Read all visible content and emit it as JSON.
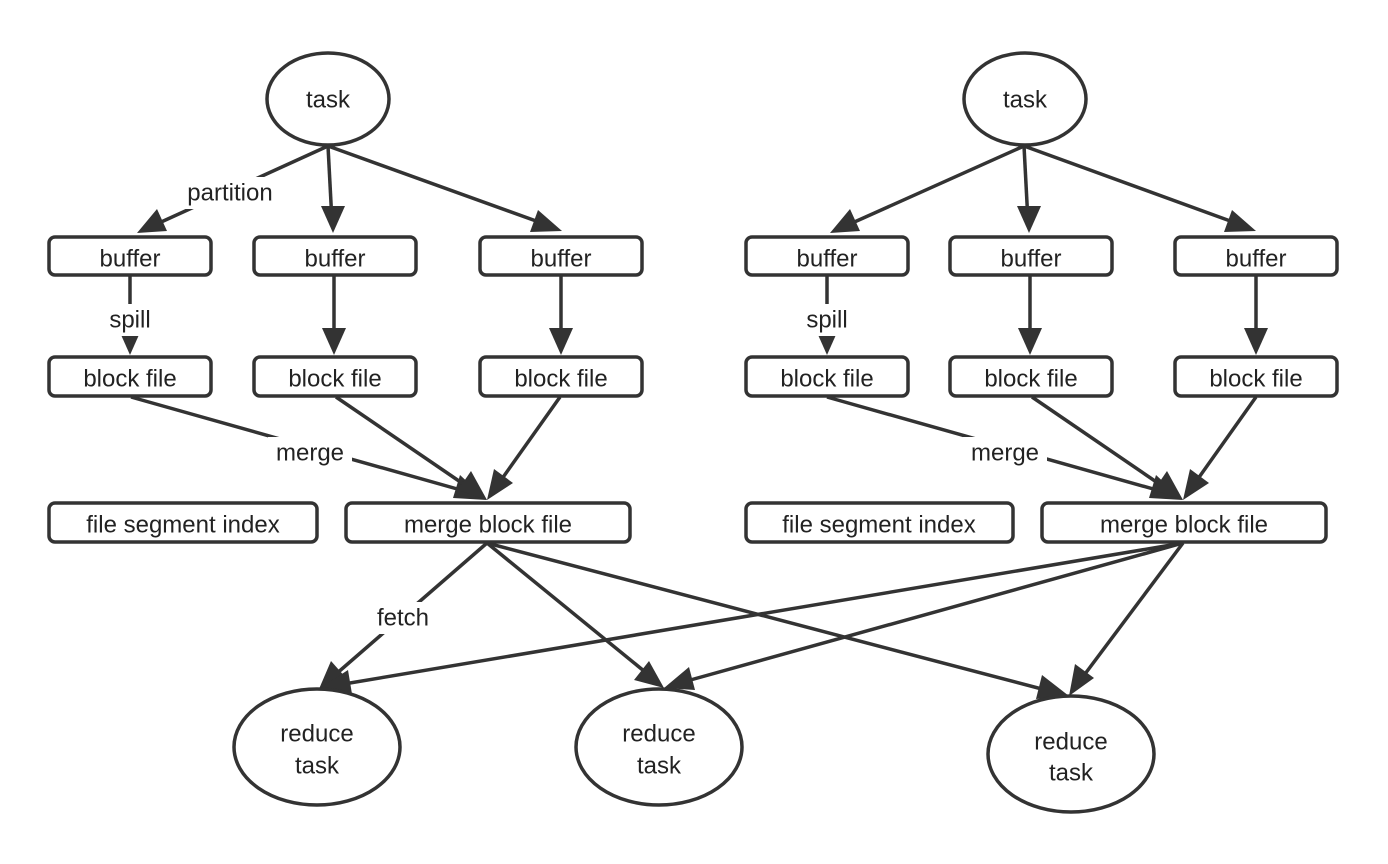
{
  "colors": {
    "stroke": "#333333",
    "text": "#222222",
    "background": "#ffffff"
  },
  "nodes": {
    "task_a": "task",
    "task_b": "task",
    "buffer_a1": "buffer",
    "buffer_a2": "buffer",
    "buffer_a3": "buffer",
    "buffer_b1": "buffer",
    "buffer_b2": "buffer",
    "buffer_b3": "buffer",
    "block_a1": "block file",
    "block_a2": "block file",
    "block_a3": "block file",
    "block_b1": "block file",
    "block_b2": "block file",
    "block_b3": "block file",
    "index_a": "file segment index",
    "index_b": "file segment index",
    "merged_a": "merge block file",
    "merged_b": "merge block file",
    "reduce_1": [
      "reduce",
      "task"
    ],
    "reduce_2": [
      "reduce",
      "task"
    ],
    "reduce_3": [
      "reduce",
      "task"
    ]
  },
  "edge_labels": {
    "partition": "partition",
    "spill_a": "spill",
    "spill_b": "spill",
    "merge_a": "merge",
    "merge_b": "merge",
    "fetch": "fetch"
  }
}
